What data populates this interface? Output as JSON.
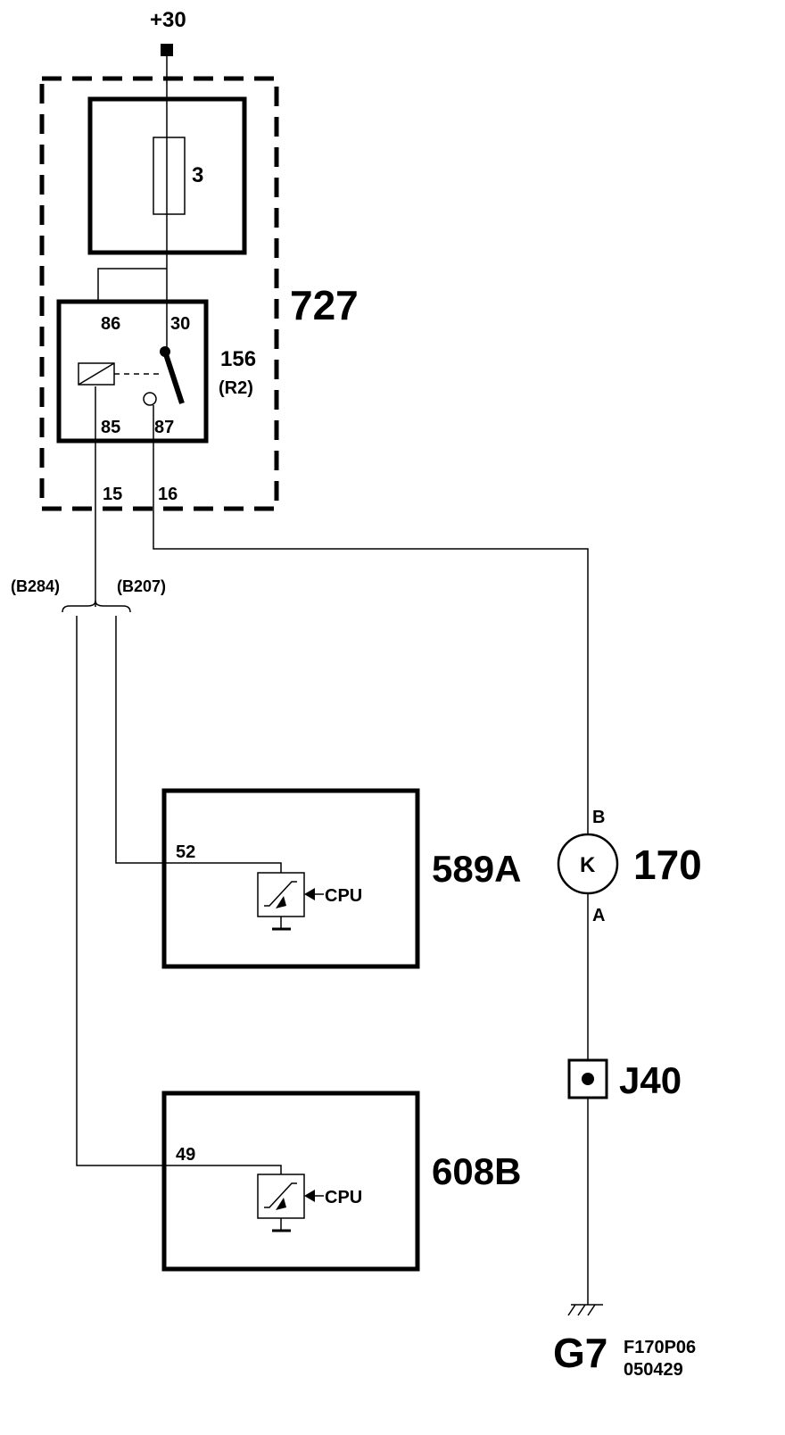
{
  "power": {
    "label": "+30"
  },
  "fuse": {
    "label": "3"
  },
  "fuse_box": {
    "label": "727"
  },
  "relay": {
    "label": "156",
    "sublabel": "(R2)",
    "pin86": "86",
    "pin30": "30",
    "pin85": "85",
    "pin87": "87"
  },
  "box_pins": {
    "left": "15",
    "right": "16"
  },
  "splices": {
    "left": "(B284)",
    "right": "(B207)"
  },
  "ecu_a": {
    "label": "589A",
    "pin": "52",
    "cpu": "CPU"
  },
  "ecu_b": {
    "label": "608B",
    "pin": "49",
    "cpu": "CPU"
  },
  "motor": {
    "label": "170",
    "symbol": "K",
    "pin_top": "B",
    "pin_bottom": "A"
  },
  "connector": {
    "label": "J40"
  },
  "ground": {
    "label": "G7"
  },
  "drawing_code": {
    "line1": "F170P06",
    "line2": "050429"
  }
}
